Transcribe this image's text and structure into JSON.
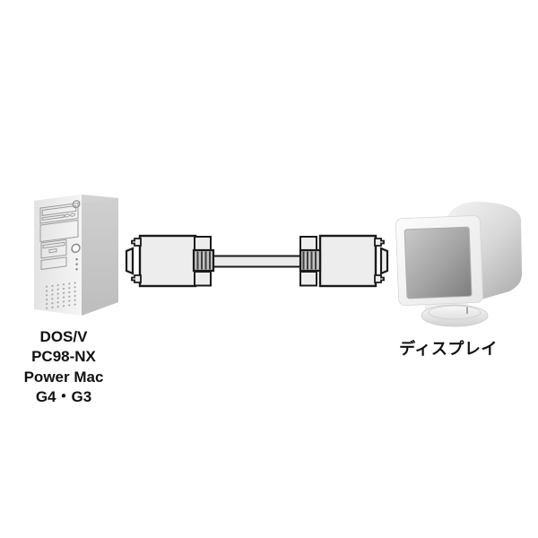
{
  "devices": {
    "computer": {
      "type": "tower-pc",
      "label_lines": [
        "DOS/V",
        "PC98-NX",
        "Power Mac",
        "G4・G3"
      ]
    },
    "cable": {
      "type": "vga-cable"
    },
    "display": {
      "type": "crt-monitor",
      "label": "ディスプレイ"
    }
  },
  "colors": {
    "background": "#ffffff",
    "outline": "#1a1a1a",
    "connector_fill": "#ededed",
    "cable_fill": "#ebebeb",
    "label_text": "#111111",
    "tower_front": "#f0f0f0",
    "tower_side": "#c6c6c6",
    "screen_dark": "#8a8a8a"
  }
}
